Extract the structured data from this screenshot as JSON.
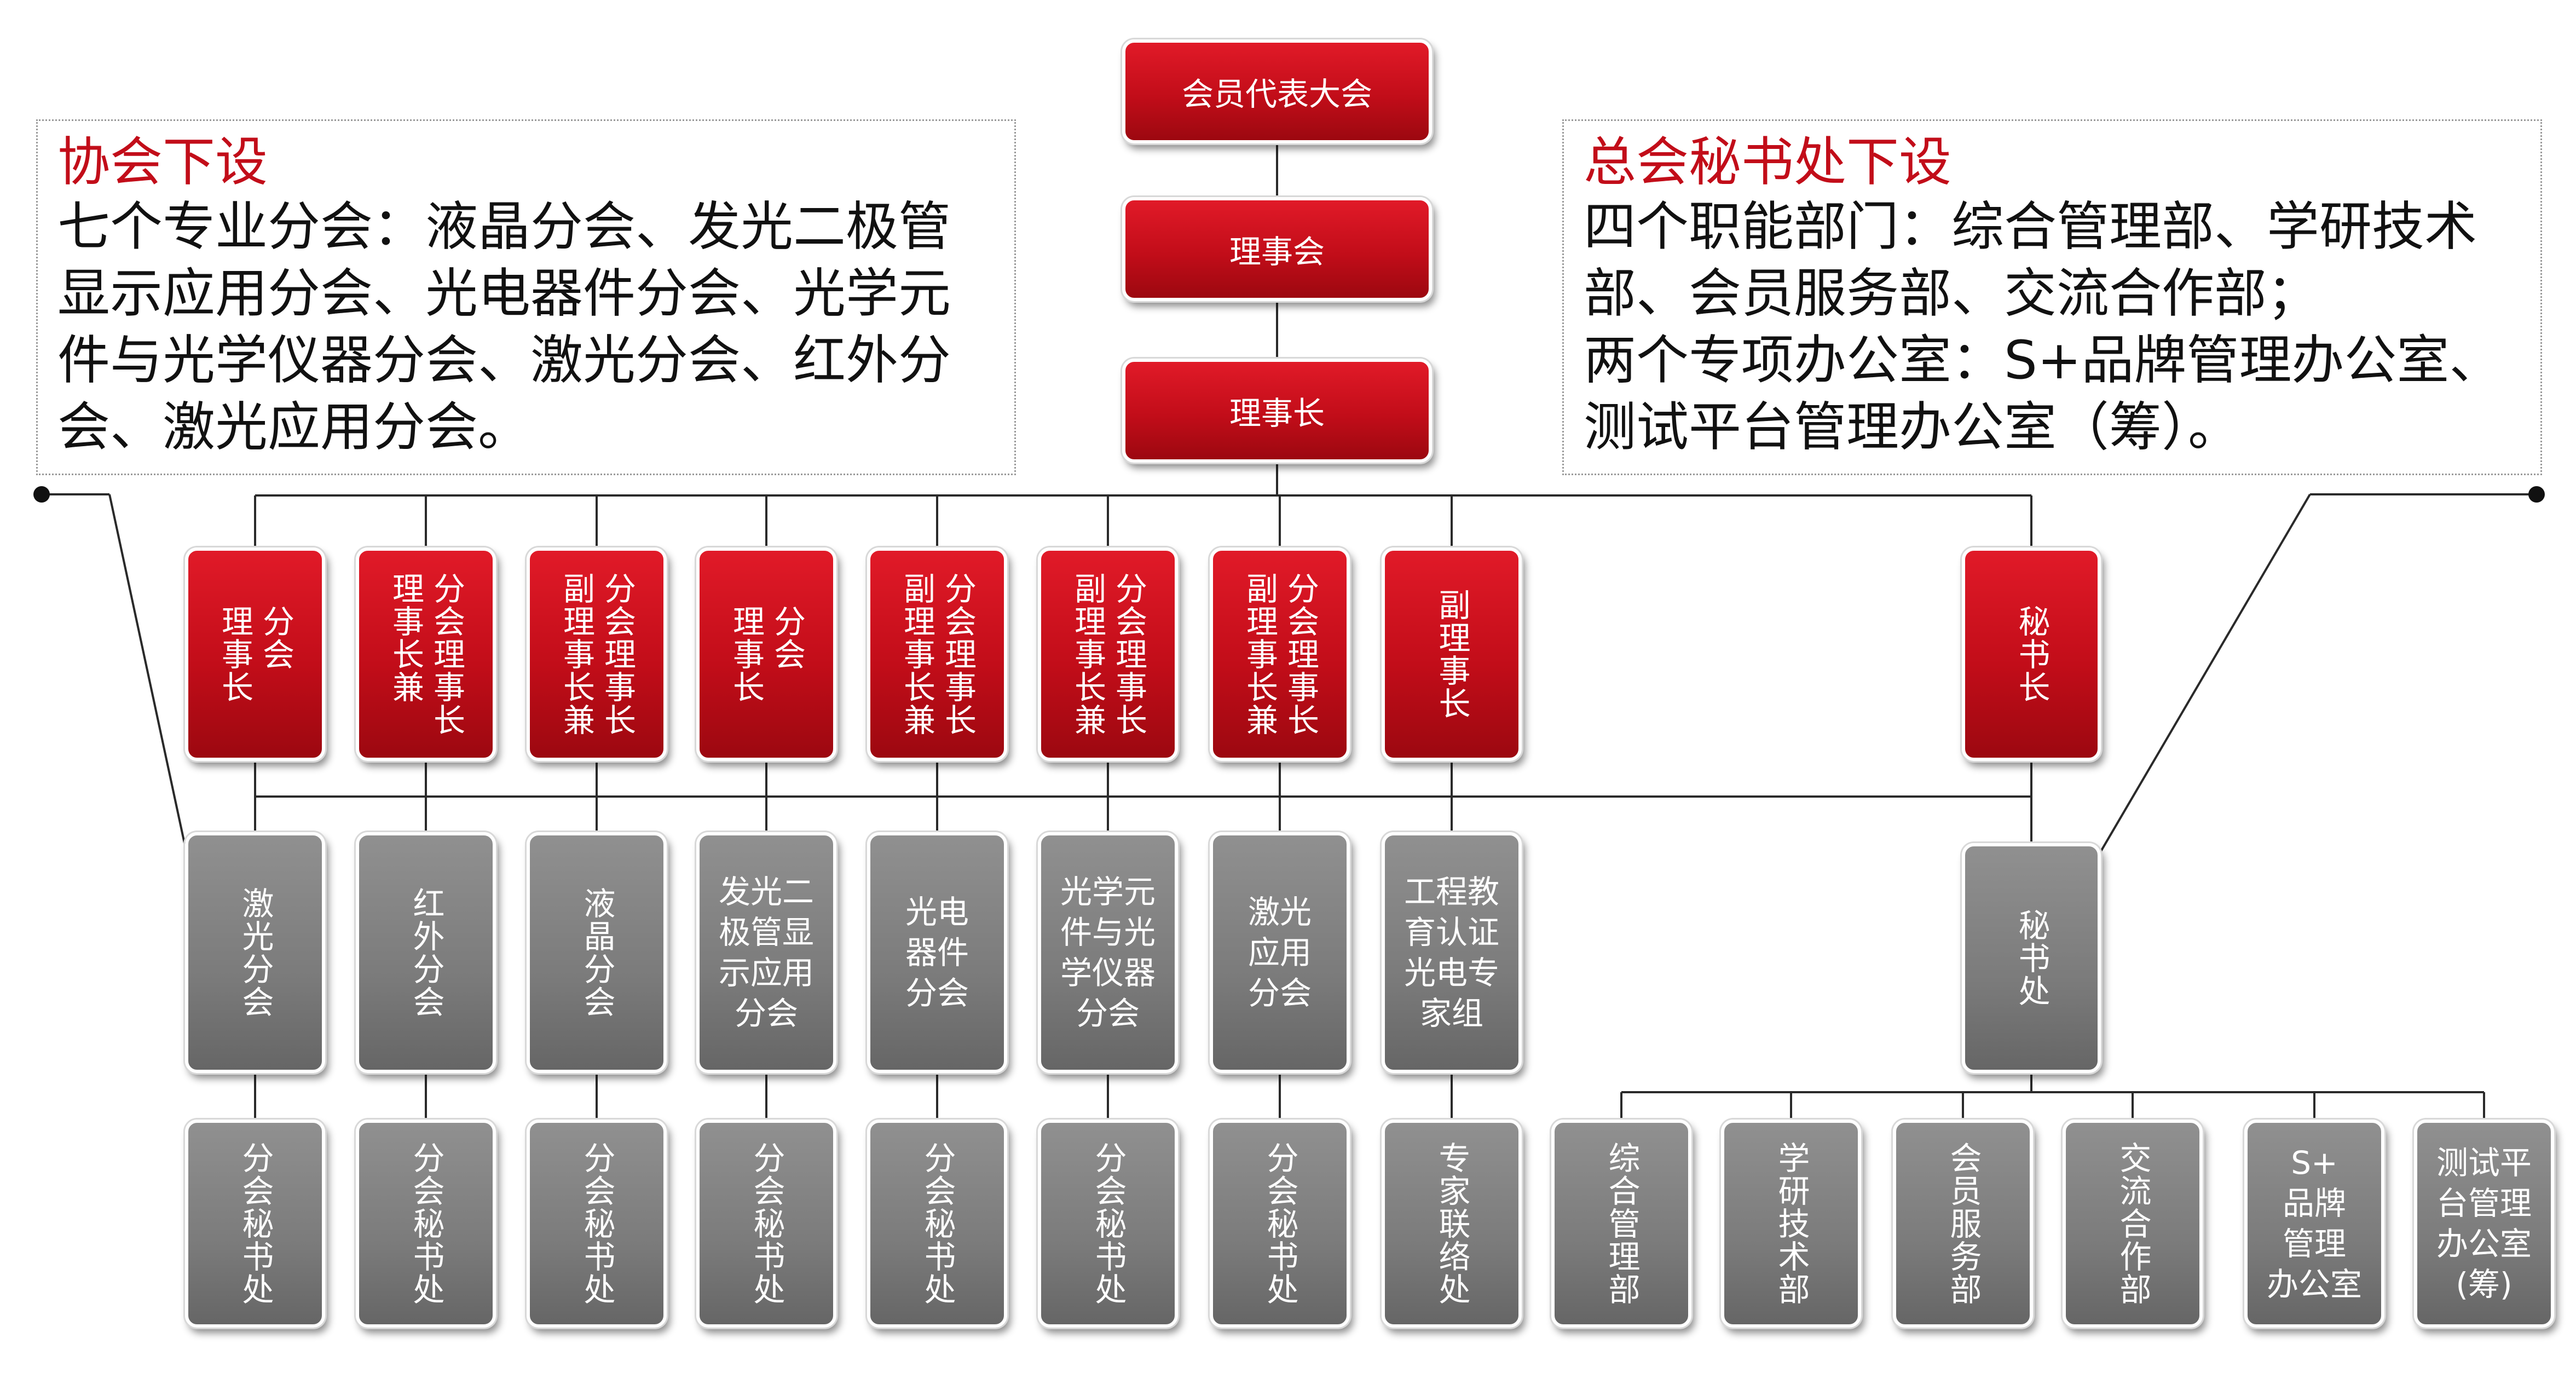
{
  "top": [
    {
      "id": "assembly",
      "label": "会员代表大会"
    },
    {
      "id": "council",
      "label": "理事会"
    },
    {
      "id": "president",
      "label": "理事长"
    }
  ],
  "leaders": [
    {
      "cols": [
        "分会",
        "理事长"
      ]
    },
    {
      "cols": [
        "分会理事长",
        "理事长兼"
      ]
    },
    {
      "cols": [
        "分会理事长",
        "副理事长兼"
      ]
    },
    {
      "cols": [
        "分会",
        "理事长"
      ]
    },
    {
      "cols": [
        "分会理事长",
        "副理事长兼"
      ]
    },
    {
      "cols": [
        "分会理事长",
        "副理事长兼"
      ]
    },
    {
      "cols": [
        "分会理事长",
        "副理事长兼"
      ]
    },
    {
      "cols": [
        "副理事长"
      ]
    }
  ],
  "secretary_general": {
    "label": "秘书长"
  },
  "branches": [
    {
      "vertical": "激光分会"
    },
    {
      "vertical": "红外分会"
    },
    {
      "vertical": "液晶分会"
    },
    {
      "lines": [
        "发光二",
        "极管显",
        "示应用",
        "分会"
      ]
    },
    {
      "lines": [
        "光电",
        "器件",
        "分会"
      ]
    },
    {
      "lines": [
        "光学元",
        "件与光",
        "学仪器",
        "分会"
      ]
    },
    {
      "lines": [
        "激光",
        "应用",
        "分会"
      ]
    },
    {
      "lines": [
        "工程教",
        "育认证",
        "光电专",
        "家组"
      ]
    }
  ],
  "secretariat": {
    "label": "秘书处"
  },
  "bottom": [
    {
      "vertical": "分会秘书处"
    },
    {
      "vertical": "分会秘书处"
    },
    {
      "vertical": "分会秘书处"
    },
    {
      "vertical": "分会秘书处"
    },
    {
      "vertical": "分会秘书处"
    },
    {
      "vertical": "分会秘书处"
    },
    {
      "vertical": "分会秘书处"
    },
    {
      "vertical": "专家联络处"
    },
    {
      "vertical": "综合管理部"
    },
    {
      "vertical": "学研技术部"
    },
    {
      "vertical": "会员服务部"
    },
    {
      "vertical": "交流合作部"
    },
    {
      "lines": [
        "S+",
        "品牌",
        "管理",
        "办公室"
      ]
    },
    {
      "lines": [
        "测试平",
        "台管理",
        "办公室",
        "(筹)"
      ]
    }
  ],
  "info_left": {
    "title": "协会下设",
    "lines": [
      "七个专业分会：液晶分会、发光二极管",
      "显示应用分会、光电器件分会、光学元",
      "件与光学仪器分会、激光分会、红外分",
      "会、激光应用分会。"
    ]
  },
  "info_right": {
    "title": "总会秘书处下设",
    "lines": [
      "四个职能部门：综合管理部、学研技术",
      "部、会员服务部、交流合作部；",
      "两个专项办公室：S+品牌管理办公室、",
      "测试平台管理办公室（筹）。"
    ]
  }
}
